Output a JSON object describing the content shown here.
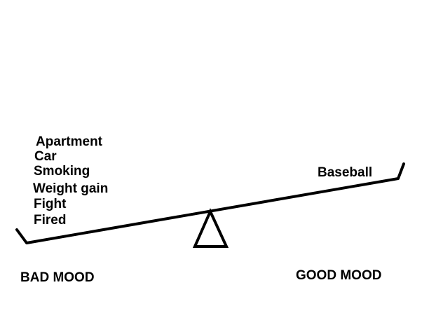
{
  "left_side": {
    "items": [
      "Apartment",
      "Car",
      "Smoking",
      "Weight gain",
      "Fight",
      "Fired"
    ]
  },
  "right_side": {
    "items": [
      "Baseball"
    ]
  },
  "labels": {
    "left": "BAD MOOD",
    "right": "GOOD MOOD"
  },
  "colors": {
    "ink": "#000000",
    "background": "#ffffff"
  }
}
